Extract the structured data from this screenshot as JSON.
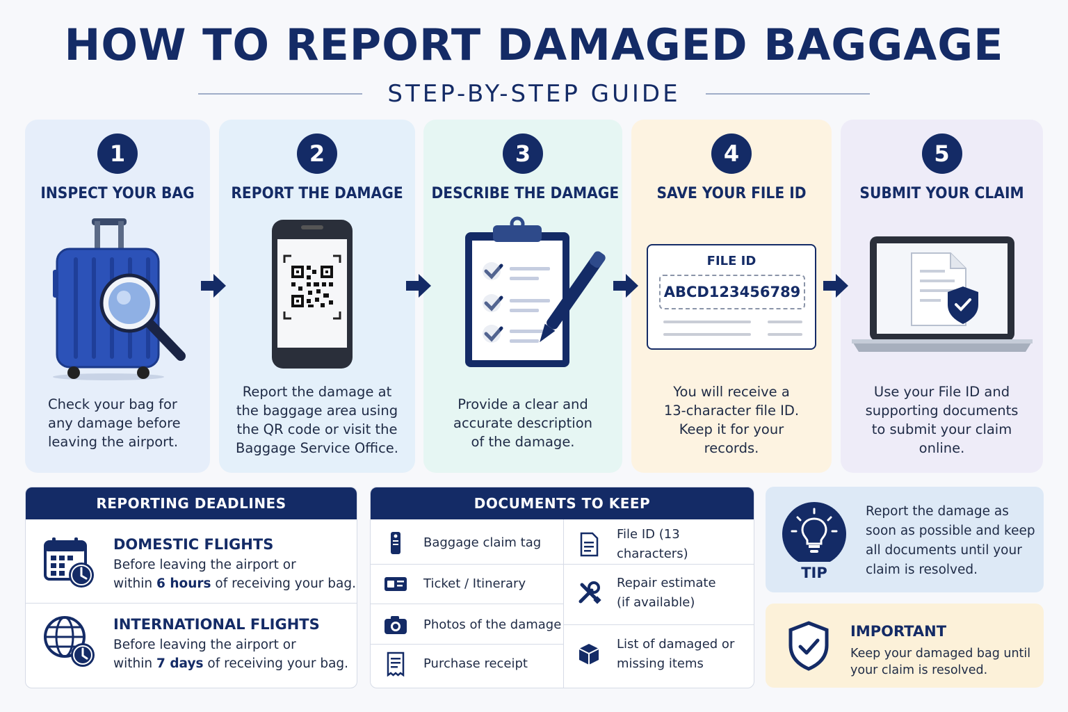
{
  "title": "HOW TO REPORT DAMAGED BAGGAGE",
  "subtitle": "STEP-BY-STEP GUIDE",
  "steps": [
    {
      "number": "1",
      "title": "INSPECT YOUR BAG",
      "lines": [
        "Check your bag for",
        "any damage before",
        "leaving the airport."
      ]
    },
    {
      "number": "2",
      "title": "REPORT THE DAMAGE",
      "lines": [
        "Report the damage at",
        "the baggage area using",
        "the QR code or visit the",
        "Baggage Service Office."
      ]
    },
    {
      "number": "3",
      "title": "DESCRIBE THE DAMAGE",
      "lines": [
        "Provide a clear and",
        "accurate description",
        "of the damage."
      ]
    },
    {
      "number": "4",
      "title": "SAVE YOUR FILE ID",
      "lines": [
        "You will receive a",
        "13-character file ID.",
        "Keep it for your",
        "records."
      ]
    },
    {
      "number": "5",
      "title": "SUBMIT YOUR CLAIM",
      "lines": [
        "Use your File ID and",
        "supporting documents",
        "to submit your claim",
        "online."
      ]
    }
  ],
  "file_card": {
    "label": "FILE ID",
    "value": "ABCD123456789"
  },
  "deadlines": {
    "header": "REPORTING DEADLINES",
    "rows": [
      {
        "title": "DOMESTIC FLIGHTS",
        "line1": "Before leaving the airport or",
        "pre": "within ",
        "bold": "6 hours",
        "post": " of receiving your bag.",
        "icon": "calendar-clock-icon"
      },
      {
        "title": "INTERNATIONAL FLIGHTS",
        "line1": "Before leaving the airport or",
        "pre": "within ",
        "bold": "7 days",
        "post": " of receiving your bag.",
        "icon": "globe-clock-icon"
      }
    ]
  },
  "documents": {
    "header": "DOCUMENTS TO KEEP",
    "left": [
      {
        "label": "Baggage claim tag",
        "icon": "baggage-tag-icon"
      },
      {
        "label": "Ticket / Itinerary",
        "icon": "ticket-icon"
      },
      {
        "label": "Photos of the damage",
        "icon": "camera-icon"
      },
      {
        "label": "Purchase receipt",
        "icon": "receipt-icon"
      }
    ],
    "right": [
      {
        "label": "File ID (13 characters)",
        "icon": "document-icon"
      },
      {
        "label1": "Repair estimate",
        "label2": "(if available)",
        "icon": "tools-icon"
      },
      {
        "label1": "List of damaged or",
        "label2": "missing items",
        "icon": "box-icon"
      }
    ]
  },
  "tip": {
    "label": "TIP",
    "lines": [
      "Report the damage as",
      "soon as possible and keep",
      "all documents until your",
      "claim is resolved."
    ]
  },
  "important": {
    "title": "IMPORTANT",
    "lines": [
      "Keep your damaged bag until",
      "your claim is resolved."
    ]
  },
  "colors": {
    "navy": "#142b66",
    "step1": "#e6eefa",
    "step2": "#e4f0fa",
    "step3": "#e6f6f3",
    "step4": "#fdf3e1",
    "step5": "#eeecf8",
    "tip_bg": "#dde9f6",
    "important_bg": "#fcf1d9"
  }
}
